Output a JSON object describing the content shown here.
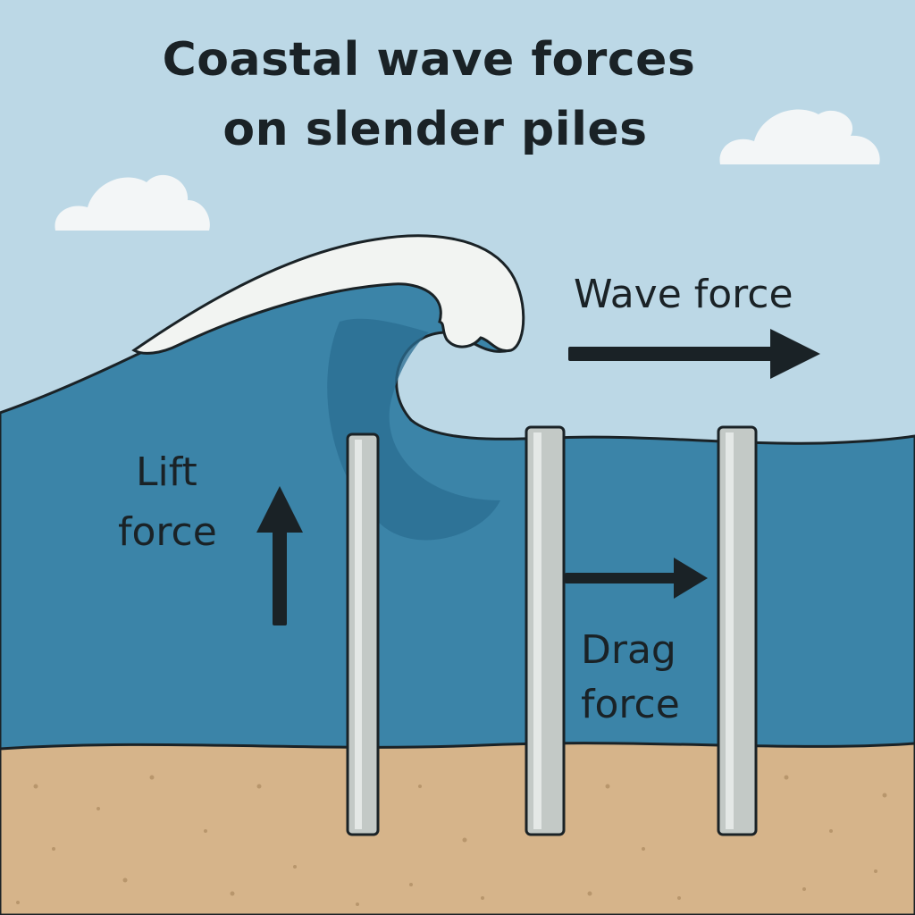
{
  "title": {
    "line1": "Coastal wave forces",
    "line2": "on slender piles"
  },
  "labels": {
    "wave_force": "Wave force",
    "lift_line1": "Lift",
    "lift_line2": "force",
    "drag_line1": "Drag",
    "drag_line2": "force"
  },
  "colors": {
    "sky": "#bcd8e6",
    "water": "#3b84a8",
    "water_dark": "#2b6d92",
    "foam": "#f2f4f2",
    "sand": "#d6b48a",
    "pile": "#c3c9c6",
    "outline": "#1a2226"
  }
}
